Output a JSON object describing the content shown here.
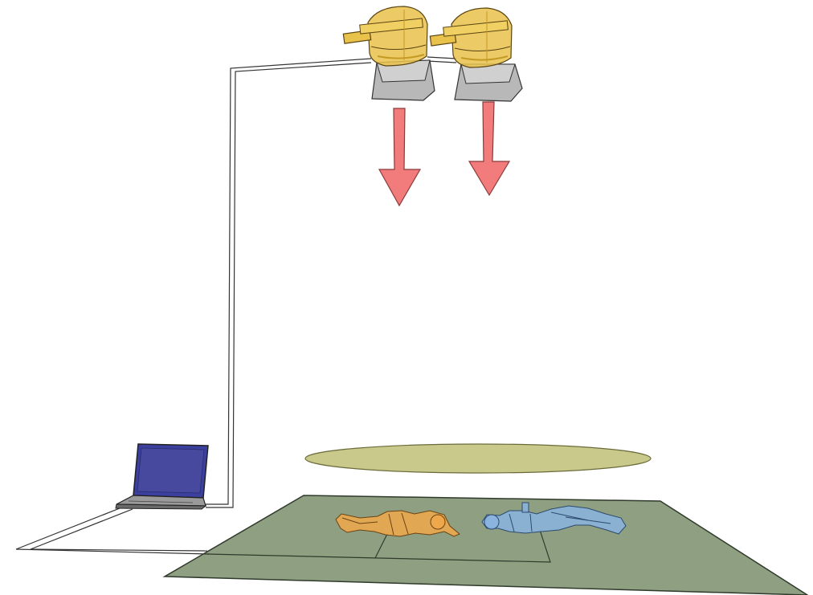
{
  "scene": {
    "background_color": "#ffffff",
    "components": [
      {
        "name": "camera-1",
        "icon": "overhead-sensor-icon"
      },
      {
        "name": "camera-2",
        "icon": "overhead-sensor-icon"
      },
      {
        "name": "arrow-1",
        "icon": "down-arrow-icon"
      },
      {
        "name": "arrow-2",
        "icon": "down-arrow-icon"
      },
      {
        "name": "laptop",
        "icon": "laptop-icon"
      },
      {
        "name": "cable",
        "icon": "cable-icon"
      },
      {
        "name": "sensing-area-disc",
        "icon": "ellipse-icon"
      },
      {
        "name": "floor-mat",
        "icon": "floor-plane-icon"
      },
      {
        "name": "person-orange",
        "icon": "lying-person-icon"
      },
      {
        "name": "person-blue",
        "icon": "lying-person-icon"
      }
    ],
    "colors": {
      "camera_body": "#e9c24c",
      "camera_body_dark": "#c49a24",
      "camera_lens": "#b8b8b8",
      "arrow_fill": "#f27c7c",
      "arrow_stroke": "#c05050",
      "laptop_screen": "#3b3f9e",
      "laptop_body": "#9a9a9a",
      "disc_fill": "#c9c98c",
      "floor_fill": "#8f9f82",
      "person_orange": "#f0a84a",
      "person_blue": "#8ab4e0",
      "outline": "#333333"
    }
  }
}
